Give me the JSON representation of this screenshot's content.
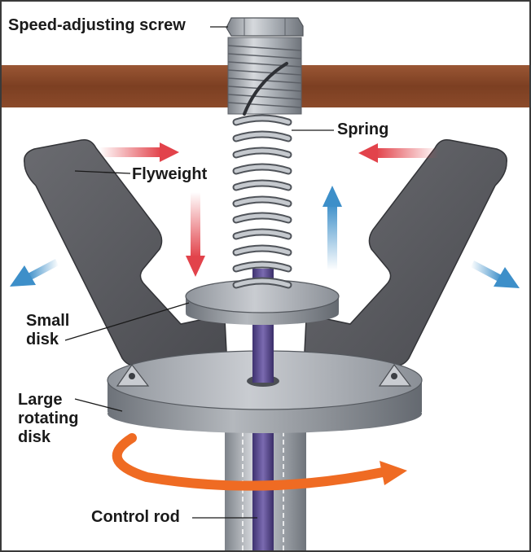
{
  "labels": {
    "speed_adjusting_screw": "Speed-adjusting screw",
    "spring": "Spring",
    "flyweight": "Flyweight",
    "small_disk_line1": "Small",
    "small_disk_line2": "disk",
    "large_disk_line1": "Large",
    "large_disk_line2": "rotating",
    "large_disk_line3": "disk",
    "control_rod": "Control rod"
  },
  "colors": {
    "frame_border": "#3a3a3a",
    "beam": "#8a4a2c",
    "flyweight": "#5e5f63",
    "metal": "#9fa4ab",
    "rod": "#5a4a8e",
    "red_arrow": "#e2434b",
    "blue_arrow": "#3d8fc9",
    "orange_arrow": "#ef6b23"
  }
}
